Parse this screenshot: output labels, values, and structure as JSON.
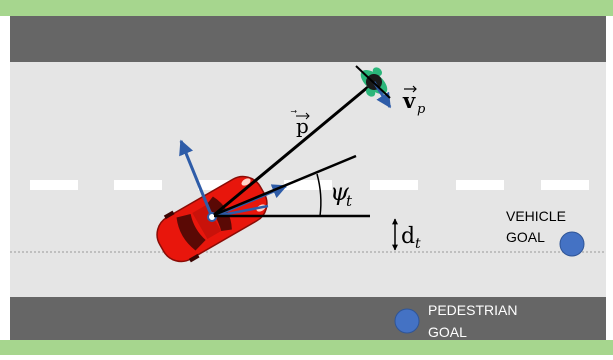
{
  "colors": {
    "grass": "#a6d68e",
    "sidewalk": "#666666",
    "road": "#e5e5e5",
    "lane_marking": "#ffffff",
    "car_body": "#e8160c",
    "car_dark": "#6e0a06",
    "vector_blue": "#2e5ca8",
    "goal_blue": "#4472c4",
    "pedestrian_green": "#2bb67a",
    "line_black": "#000000",
    "dotted_line": "#999999"
  },
  "labels": {
    "p_vector": "p",
    "vp_vector": "v",
    "vp_subscript": "p",
    "psi": "ψ",
    "psi_subscript": "t",
    "d": "d",
    "d_subscript": "t",
    "vehicle_goal_line1": "VEHICLE",
    "vehicle_goal_line2": "GOAL",
    "pedestrian_goal_line1": "PEDESTRIAN",
    "pedestrian_goal_line2": "GOAL"
  },
  "icons": {
    "car": "car-icon",
    "pedestrian": "pedestrian-icon",
    "goal_marker": "goal-marker-icon"
  }
}
